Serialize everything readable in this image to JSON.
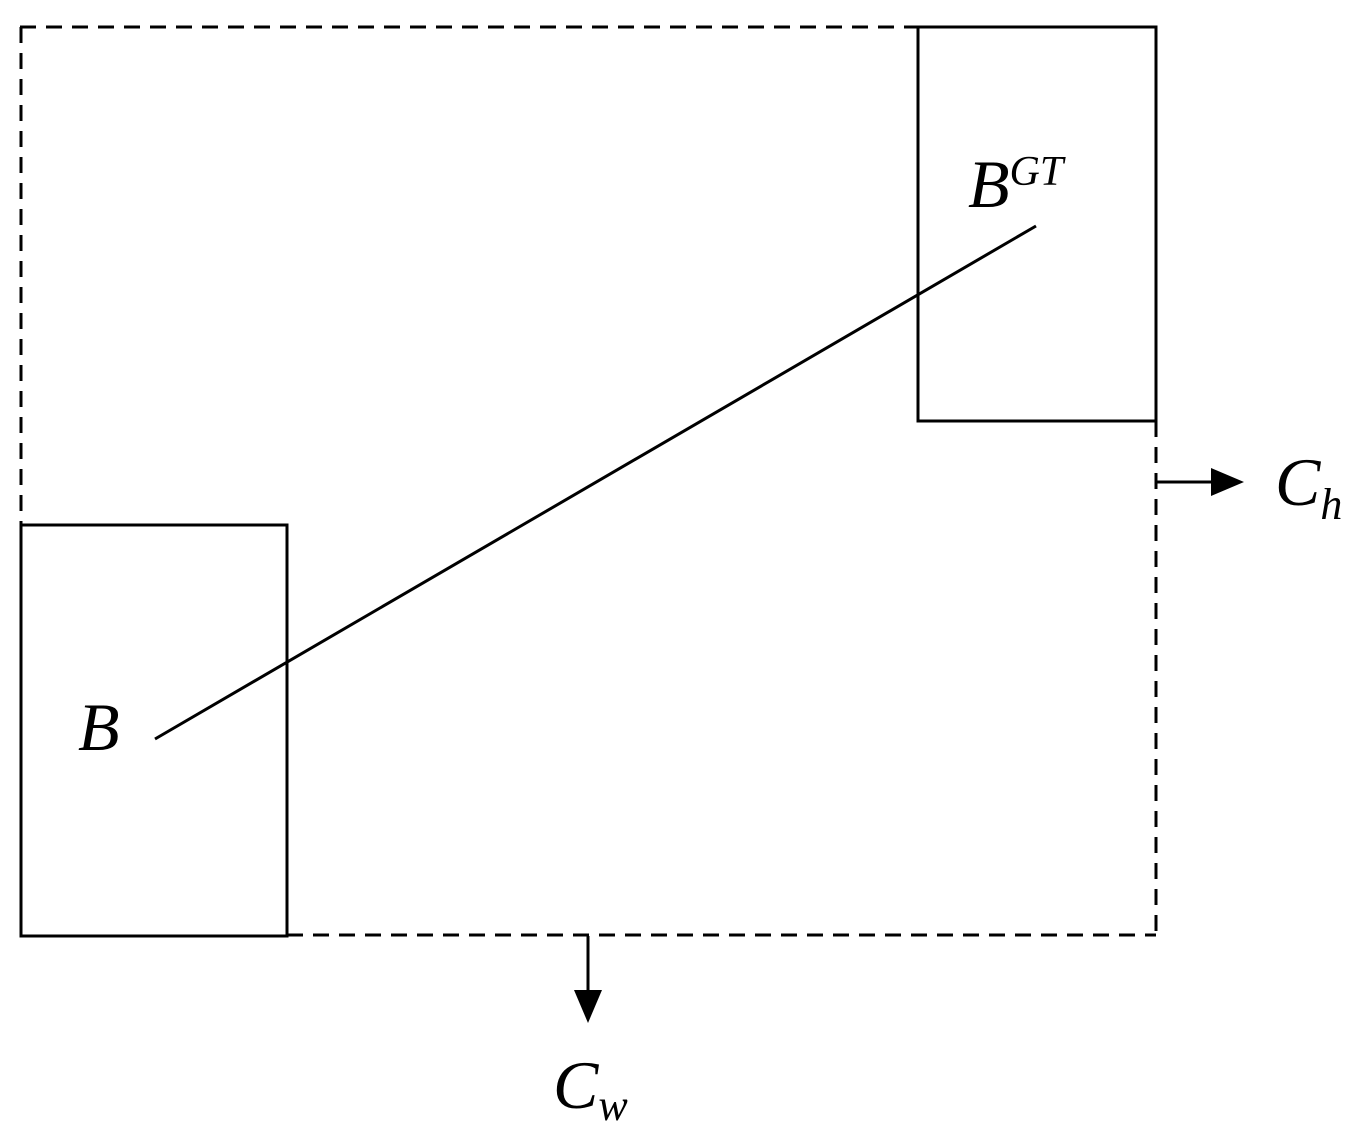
{
  "labels": {
    "predicted_box": "B",
    "ground_truth_base": "B",
    "ground_truth_sup": "GT",
    "height_base": "C",
    "height_sub": "h",
    "width_base": "C",
    "width_sub": "w"
  },
  "colors": {
    "stroke": "#000000",
    "background": "#ffffff"
  }
}
